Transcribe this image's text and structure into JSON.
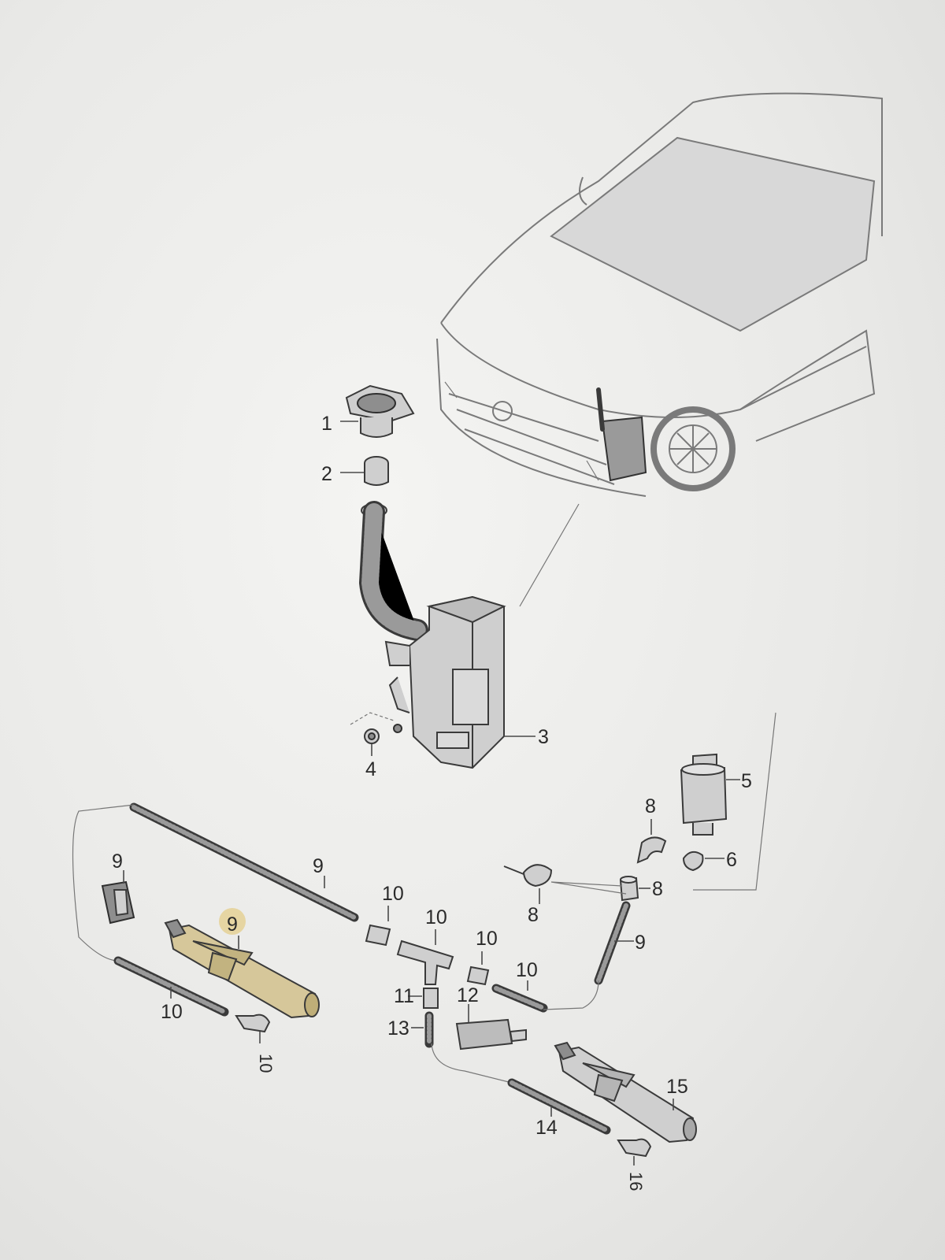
{
  "callouts": [
    {
      "id": "label-1",
      "text": "1"
    },
    {
      "id": "label-2",
      "text": "2"
    },
    {
      "id": "label-3",
      "text": "3"
    },
    {
      "id": "label-4",
      "text": "4"
    },
    {
      "id": "label-5",
      "text": "5"
    },
    {
      "id": "label-6",
      "text": "6"
    },
    {
      "id": "label-8a",
      "text": "8"
    },
    {
      "id": "label-8b",
      "text": "8"
    },
    {
      "id": "label-8c",
      "text": "8"
    },
    {
      "id": "label-9a",
      "text": "9"
    },
    {
      "id": "label-9b",
      "text": "9"
    },
    {
      "id": "label-9c",
      "text": "9"
    },
    {
      "id": "label-9d",
      "text": "9"
    },
    {
      "id": "label-10a",
      "text": "10"
    },
    {
      "id": "label-10b",
      "text": "10"
    },
    {
      "id": "label-10c",
      "text": "10"
    },
    {
      "id": "label-10d",
      "text": "10"
    },
    {
      "id": "label-10e",
      "text": "10"
    },
    {
      "id": "label-10f",
      "text": "10"
    },
    {
      "id": "label-11",
      "text": "11"
    },
    {
      "id": "label-12",
      "text": "12"
    },
    {
      "id": "label-13",
      "text": "13"
    },
    {
      "id": "label-14",
      "text": "14"
    },
    {
      "id": "label-15",
      "text": "15"
    },
    {
      "id": "label-16",
      "text": "16"
    }
  ],
  "colors": {
    "background": "#e9e9e7",
    "linework": "#3a3a3a",
    "highlight": "#e5d39a"
  }
}
